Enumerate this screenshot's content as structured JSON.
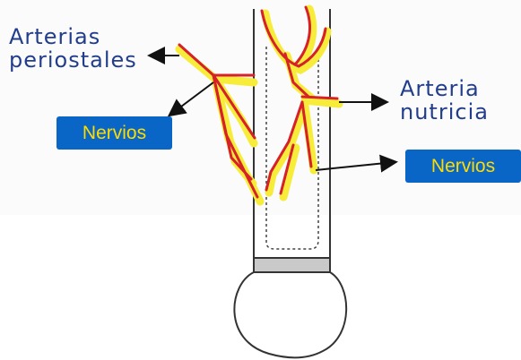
{
  "labels": {
    "periosteal_arteries": [
      "Arterias",
      "periostales"
    ],
    "nutrient_artery": [
      "Arteria",
      "nutricia"
    ]
  },
  "badges": {
    "nerves_left": "Nervios",
    "nerves_right": "Nervios"
  },
  "colors": {
    "handwriting": "#223d8c",
    "badge_background": "#0a66c6",
    "badge_text": "#ffdc00",
    "artery": "#d6202a",
    "nerve": "#f7ec3a",
    "outline": "#333333"
  }
}
